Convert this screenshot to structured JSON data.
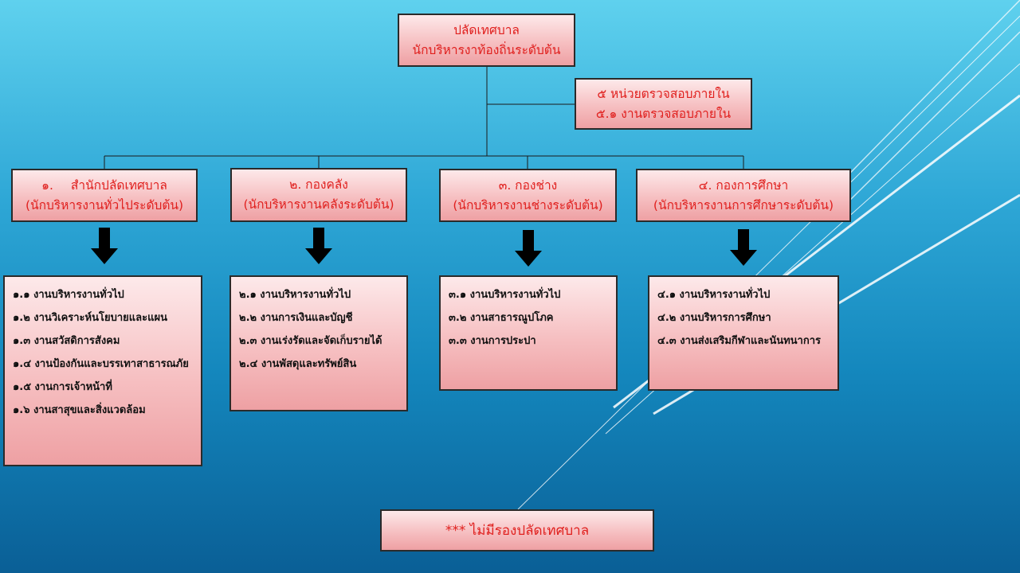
{
  "head": {
    "title": "ปลัดเทศบาล",
    "subtitle": "นักบริหารงาท้องถิ่นระดับต้น"
  },
  "audit": {
    "title": "๕ หน่วยตรวจสอบภายใน",
    "subtitle": "๕.๑ งานตรวจสอบภายใน"
  },
  "departments": [
    {
      "num": "๑.",
      "title": "สำนักปลัดเทศบาล",
      "subtitle": "(นักบริหารงานทั่วไประดับต้น)"
    },
    {
      "num": "",
      "title": "๒. กองคลัง",
      "subtitle": "(นักบริหารงานคลังระดับต้น)"
    },
    {
      "num": "",
      "title": "๓. กองช่าง",
      "subtitle": "(นักบริหารงานช่างระดับต้น)"
    },
    {
      "num": "",
      "title": "๔. กองการศึกษา",
      "subtitle": "(นักบริหารงานการศึกษาระดับต้น)"
    }
  ],
  "lists": [
    {
      "items": [
        "๑.๑ งานบริหารงานทั่วไป",
        "๑.๒ งานวิเคราะห์นโยบายและแผน",
        "๑.๓ งานสวัสดิการสังคม",
        "๑.๔ งานป้องกันและบรรเทาสาธารณภัย",
        "๑.๕ งานการเจ้าหน้าที่",
        "๑.๖ งานสาสุขและสิ่งแวดล้อม"
      ]
    },
    {
      "items": [
        "๒.๑ งานบริหารงานทั่วไป",
        "๒.๒ งานการเงินและบัญชี",
        "๒.๓ งานเร่งรัดและจัดเก็บรายได้",
        "๒.๔ งานพัสดุและทรัพย์สิน"
      ]
    },
    {
      "items": [
        "๓.๑ งานบริหารงานทั่วไป",
        "๓.๒ งานสาธารณูปโภค",
        "๓.๓ งานการประปา"
      ]
    },
    {
      "items": [
        "๔.๑ งานบริหารงานทั่วไป",
        "๔.๒ งานบริหารการศึกษา",
        "๔.๓ งานส่งเสริมกีฬาและนันทนาการ"
      ]
    }
  ],
  "note": "*** ไม่มีรองปลัดเทศบาล",
  "colors": {
    "title_text": "#e0201e",
    "box_border": "#2a2a2a",
    "box_fill": "#f6bfc1",
    "arrow": "#000000"
  }
}
